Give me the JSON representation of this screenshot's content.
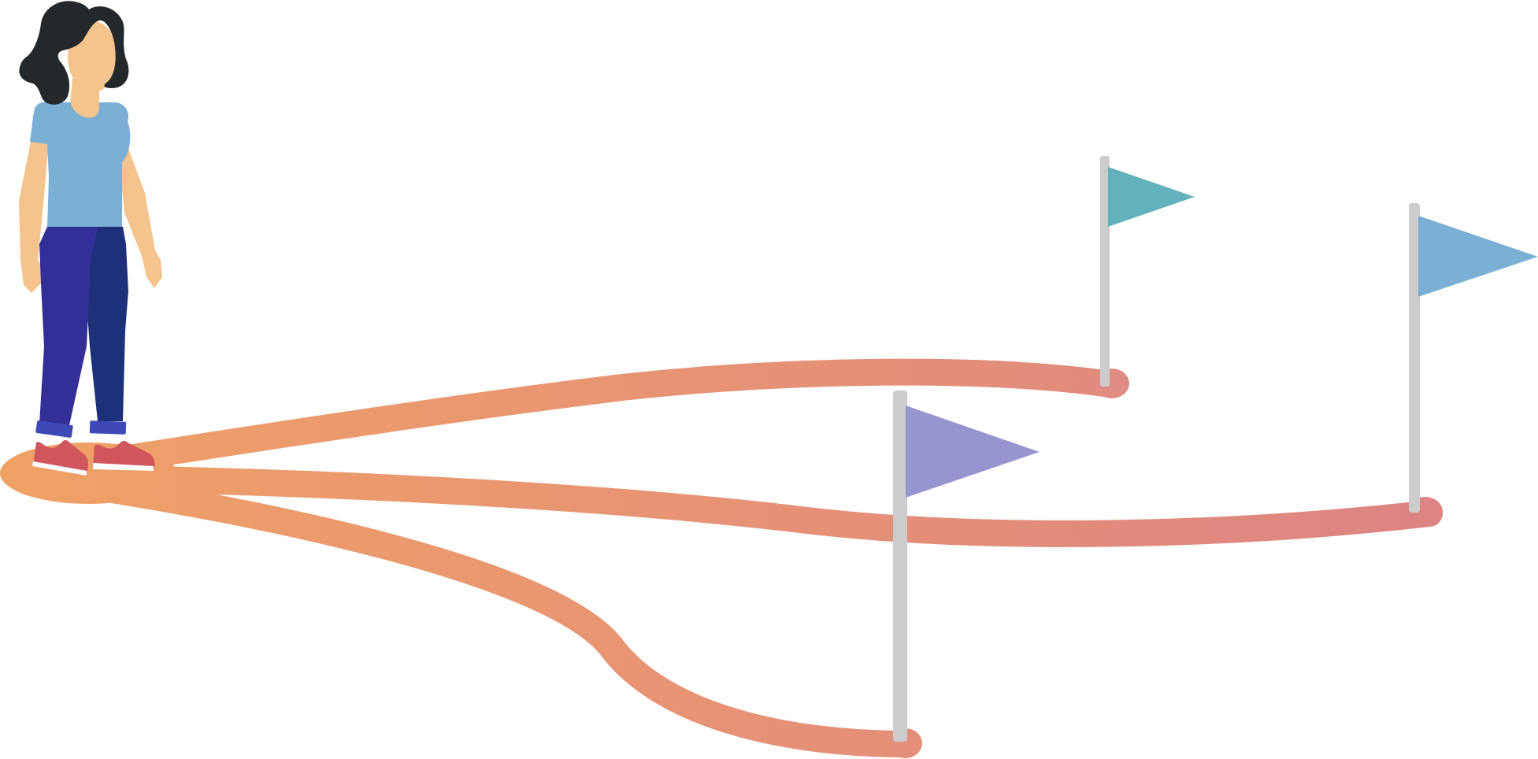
{
  "colors": {
    "path_start": "#f0a166",
    "path_end": "#dd8484",
    "pole": "#cccccc",
    "flag_teal": "#63b1bc",
    "flag_blue": "#7bafd4",
    "flag_purple": "#9795d0",
    "hair": "#25282b",
    "skin": "#f5c48e",
    "shirt": "#7bafd4",
    "pants_light": "#332f96",
    "pants_dark": "#1f307b",
    "shoe_strap": "#3f48b7",
    "shoe": "#d0565e"
  },
  "illustration": {
    "figure": "person-standing",
    "paths": [
      "path-to-near-flag",
      "path-to-middle-flag",
      "path-to-far-flag"
    ],
    "flags": [
      "purple-flag",
      "teal-flag",
      "blue-flag"
    ]
  }
}
